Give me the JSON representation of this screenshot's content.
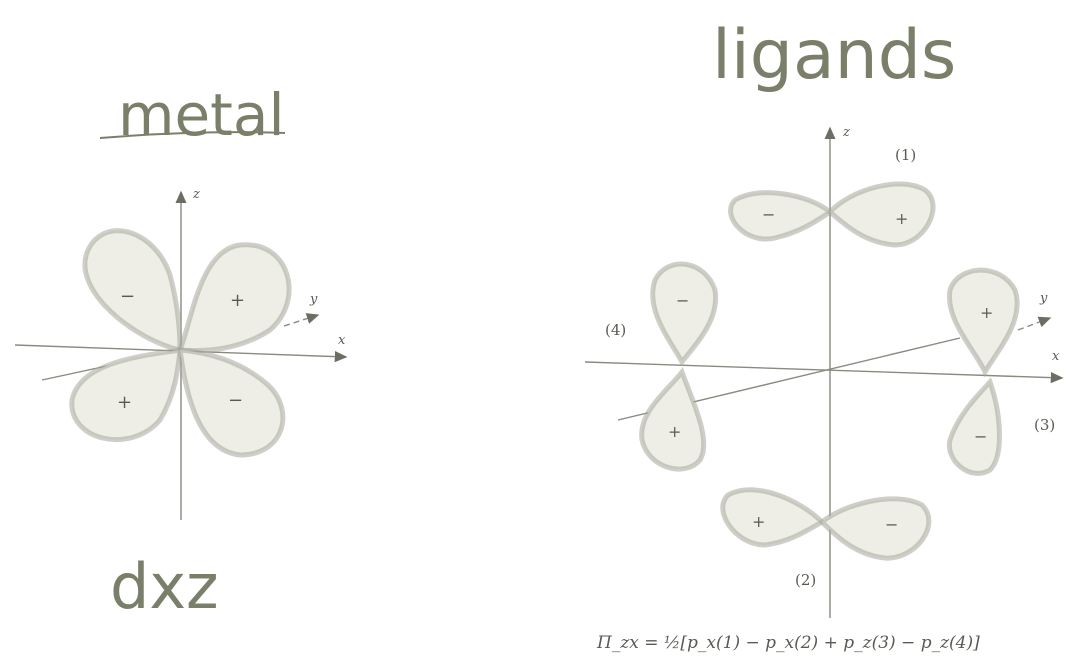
{
  "metal": {
    "title": "metal",
    "orbital": "dxz",
    "axes": {
      "z": "z",
      "y": "y",
      "x": "x"
    },
    "lobe_signs": [
      "−",
      "+",
      "+",
      "−"
    ]
  },
  "ligands": {
    "title": "ligands",
    "axes": {
      "z": "z",
      "y": "y",
      "x": "x"
    },
    "ligand_labels": [
      "(1)",
      "(2)",
      "(3)",
      "(4)"
    ],
    "lobe_signs": {
      "l1": [
        "−",
        "+"
      ],
      "l2": [
        "+",
        "−"
      ],
      "l3": [
        "+",
        "−"
      ],
      "l4": [
        "−",
        "+"
      ]
    },
    "formula": "Π_zx = ½[p_x(1) − p_x(2) + p_z(3) − p_z(4)]"
  },
  "colors": {
    "handwriting": "#7a7f6a",
    "lobe_shade": "#a5a79a",
    "axis": "#8a8a80"
  }
}
